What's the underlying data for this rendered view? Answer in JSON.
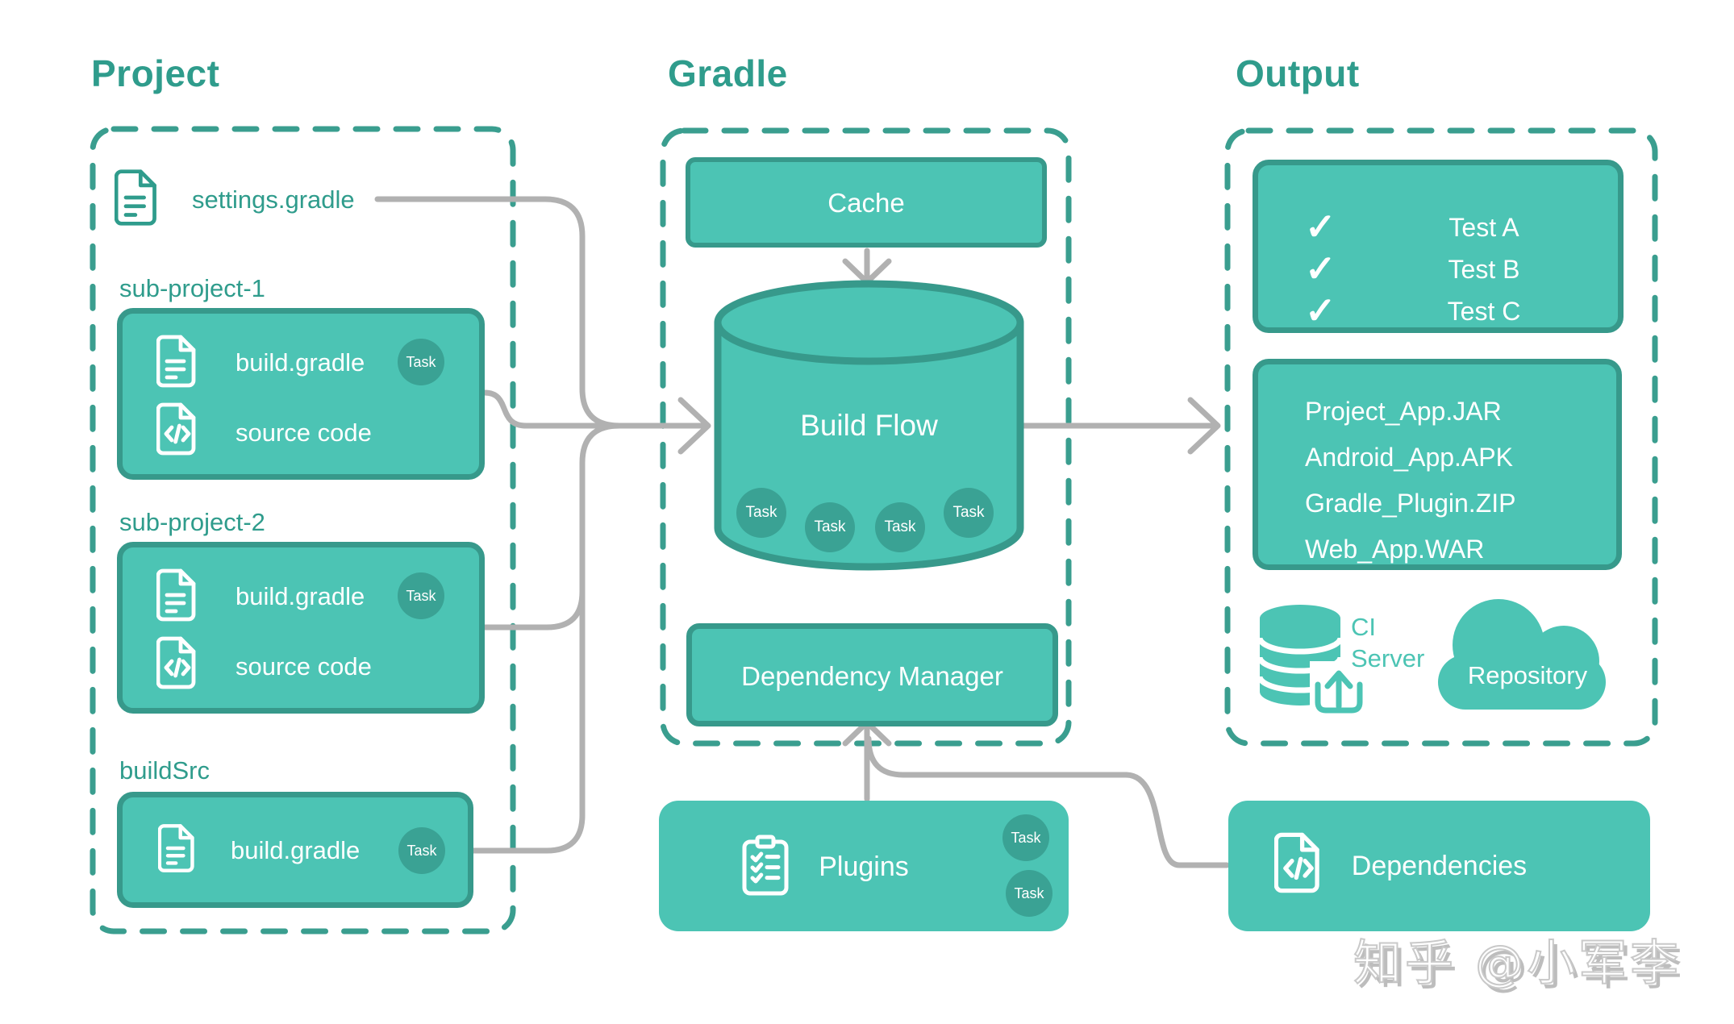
{
  "colors": {
    "teal_fill": "#4cc4b4",
    "teal_dark": "#37998b",
    "teal_text": "#2f9c8c",
    "task_circle": "#3aa294",
    "connector_gray": "#b1b1b1",
    "text_white": "#ffffff",
    "background": "#ffffff"
  },
  "project": {
    "title": "Project",
    "settings_file": "settings.gradle",
    "subprojects": [
      {
        "name": "sub-project-1",
        "rows": [
          {
            "label": "build.gradle",
            "badge": "Task"
          },
          {
            "label": "source code"
          }
        ]
      },
      {
        "name": "sub-project-2",
        "rows": [
          {
            "label": "build.gradle",
            "badge": "Task"
          },
          {
            "label": "source code"
          }
        ]
      }
    ],
    "buildsrc": {
      "name": "buildSrc",
      "row": {
        "label": "build.gradle",
        "badge": "Task"
      }
    }
  },
  "gradle": {
    "title": "Gradle",
    "cache_label": "Cache",
    "build_flow_label": "Build Flow",
    "build_flow_tasks": [
      "Task",
      "Task",
      "Task",
      "Task"
    ],
    "dependency_manager_label": "Dependency Manager",
    "plugins": {
      "label": "Plugins",
      "tasks": [
        "Task",
        "Task"
      ]
    }
  },
  "output": {
    "title": "Output",
    "tests": {
      "check": "✓",
      "items": [
        "Test A",
        "Test B",
        "Test C"
      ]
    },
    "artifacts": [
      "Project_App.JAR",
      "Android_App.APK",
      "Gradle_Plugin.ZIP",
      "Web_App.WAR"
    ],
    "ci_server": {
      "line1": "CI",
      "line2": "Server"
    },
    "repository_label": "Repository",
    "dependencies_label": "Dependencies"
  },
  "watermark": "知乎 @小军李"
}
